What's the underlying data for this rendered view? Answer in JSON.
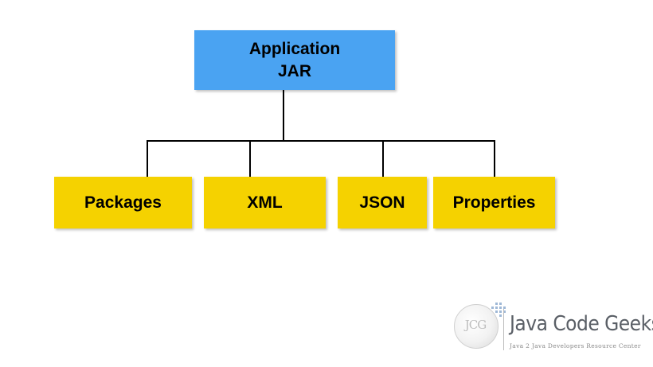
{
  "diagram": {
    "root": {
      "line1": "Application",
      "line2": "JAR",
      "color": "#4aa3f2"
    },
    "children": [
      {
        "label": "Packages",
        "color": "#f5d200"
      },
      {
        "label": "XML",
        "color": "#f5d200"
      },
      {
        "label": "JSON",
        "color": "#f5d200"
      },
      {
        "label": "Properties",
        "color": "#f5d200"
      }
    ],
    "connector_color": "#000000"
  },
  "logo": {
    "monogram": "JCG",
    "title": "Java Code Geeks",
    "subtitle": "Java 2 Java Developers Resource Center"
  }
}
